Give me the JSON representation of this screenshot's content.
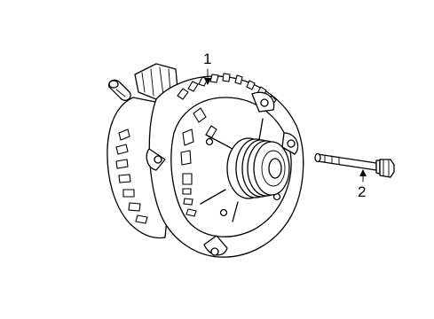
{
  "callouts": [
    {
      "number": "1",
      "part": "alternator"
    },
    {
      "number": "2",
      "part": "bolt"
    }
  ]
}
